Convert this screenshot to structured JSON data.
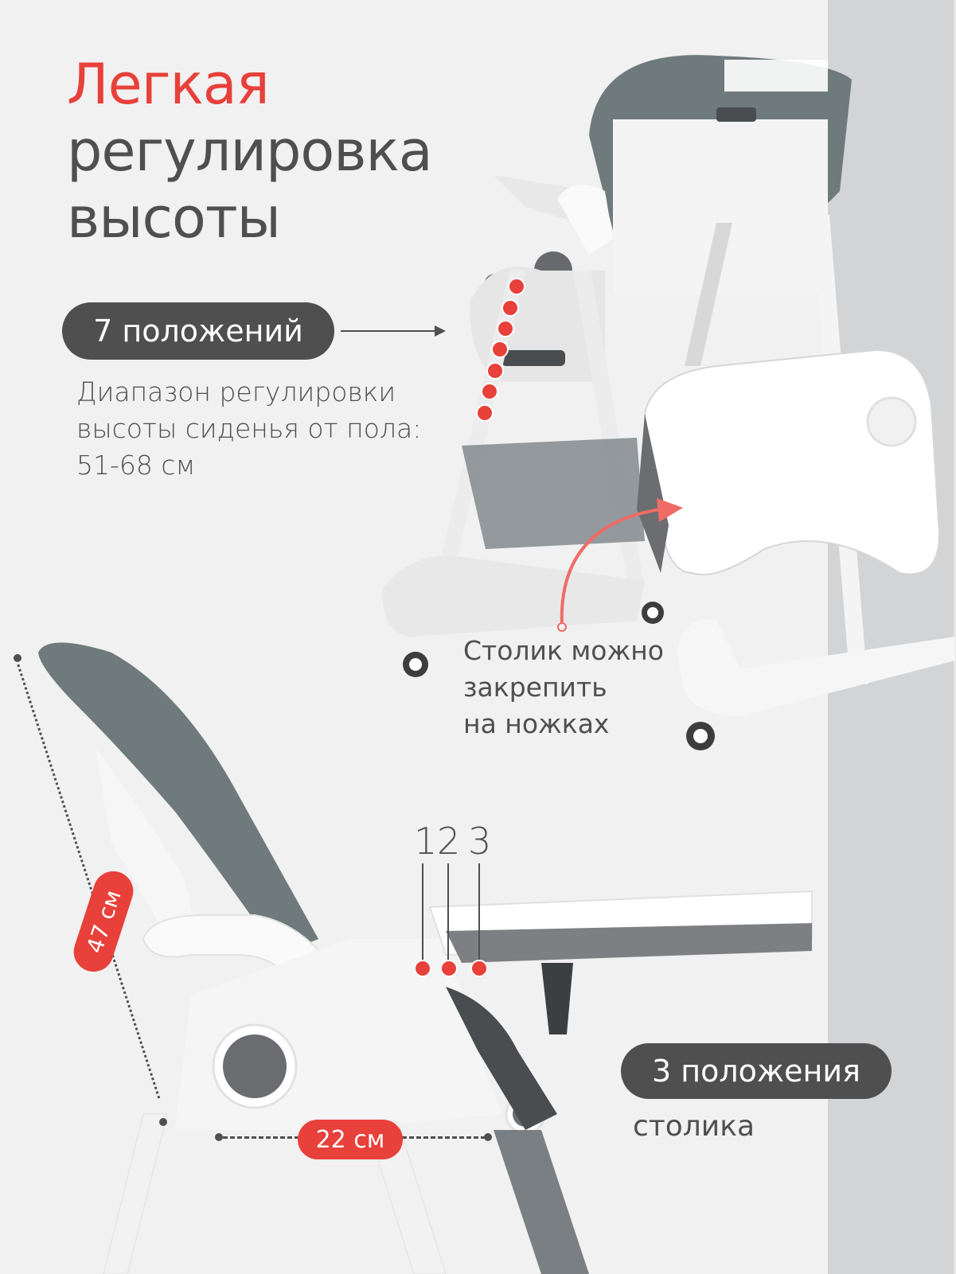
{
  "heading": {
    "accent": "Легкая",
    "line2": "регулировка",
    "line3": "высоты"
  },
  "height_positions": {
    "badge": "7 положений",
    "description": [
      "Диапазон регулировки",
      "высоты сиденья от пола:",
      "51-68 см"
    ]
  },
  "tray_note": [
    "Столик можно",
    "закрепить",
    "на ножках"
  ],
  "tray_positions": {
    "numbers": [
      "1",
      "2",
      "3"
    ],
    "badge": "3 положения",
    "caption": "столика"
  },
  "dimensions": {
    "backrest_height": "47 см",
    "seat_depth": "22 см"
  },
  "colors": {
    "accent": "#e8403a",
    "text": "#4f4f4f",
    "background": "#f1f1f1",
    "side_strip": "#d3d4d6",
    "upholstery": "#6f7a7c"
  }
}
